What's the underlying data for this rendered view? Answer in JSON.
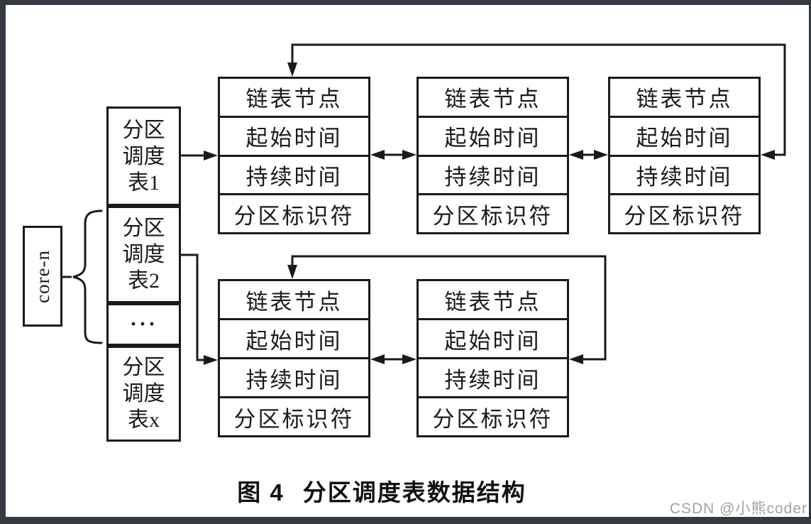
{
  "diagram": {
    "core_label": "core-n",
    "schedule_tables": [
      "分区调度表1",
      "分区调度表2",
      "···",
      "分区调度表x"
    ],
    "node_fields": [
      "链表节点",
      "起始时间",
      "持续时间",
      "分区标识符"
    ],
    "top_row_node_count": 3,
    "bottom_row_node_count": 2,
    "line_color": "#1a1a1a",
    "frame_color": "#343a40",
    "background_color": "#ffffff"
  },
  "caption": {
    "figure_label": "图 4",
    "title": "分区调度表数据结构"
  },
  "watermark": {
    "text": "CSDN @小熊coder",
    "color": "#a2a2a2"
  }
}
